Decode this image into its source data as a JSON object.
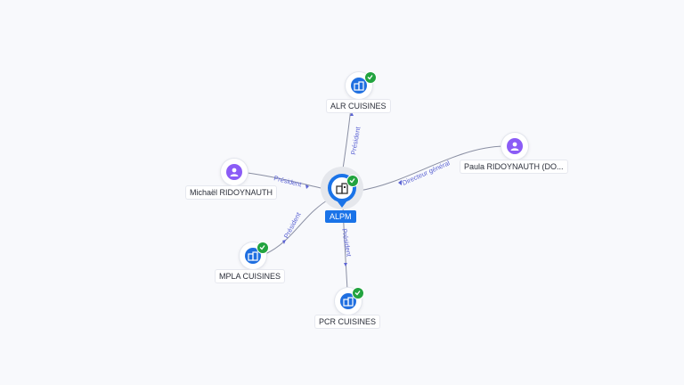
{
  "nodes": {
    "center": {
      "label": "ALPM",
      "type": "company",
      "verified": true
    },
    "alr": {
      "label": "ALR CUISINES",
      "type": "company",
      "verified": true
    },
    "paula": {
      "label": "Paula RIDOYNAUTH (DO...",
      "type": "person",
      "verified": false
    },
    "michael": {
      "label": "Michaël RIDOYNAUTH",
      "type": "person",
      "verified": false
    },
    "mpla": {
      "label": "MPLA CUISINES",
      "type": "company",
      "verified": true
    },
    "pcr": {
      "label": "PCR CUISINES",
      "type": "company",
      "verified": true
    }
  },
  "edges": [
    {
      "from": "center",
      "to": "alr",
      "label": "Président"
    },
    {
      "from": "paula",
      "to": "center",
      "label": "Directeur général"
    },
    {
      "from": "michael",
      "to": "center",
      "label": "Président"
    },
    {
      "from": "center",
      "to": "mpla",
      "label": "Président"
    },
    {
      "from": "center",
      "to": "pcr",
      "label": "Président"
    }
  ],
  "colors": {
    "company": "#1f6fe0",
    "person": "#8b5cf6",
    "verified": "#22a33f",
    "edge": "#8a8fa3",
    "edge_label": "#5b63d3",
    "center": "#1a73e8"
  }
}
